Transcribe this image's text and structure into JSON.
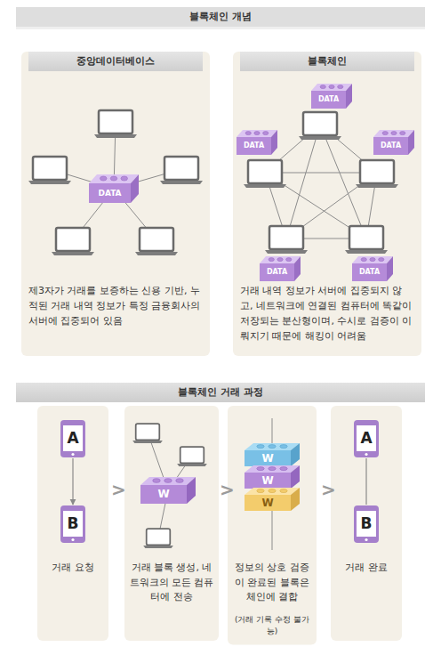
{
  "diagram": {
    "title": "블록체인 개념",
    "nodes": [
      {
        "text": [
          "중앙데이터베이스",
          "제3자가 거래를 보증하는 신용 기반, 누적된 거래 내역 정보가 특정 금융회사의 서버에 집중되어 있음"
        ]
      },
      {
        "text": [
          "DATA"
        ],
        "in": 0
      },
      {
        "text": [
          "블록체인",
          "거래 내역 정보가 서버에 집중되지 않고, 네트워크에 연결된 컴퓨터에 똑같이 저장되는 분산형이며, 수시로 검증이 이뤄지기 때문에 해킹이 어려움"
        ]
      },
      {
        "text": [
          "DATA"
        ],
        "in": 2
      },
      {
        "text": [
          "DATA"
        ],
        "in": 2
      },
      {
        "text": [
          "DATA"
        ],
        "in": 2
      },
      {
        "text": [
          "DATA"
        ],
        "in": 2
      },
      {
        "text": [
          "DATA"
        ],
        "in": 2
      },
      {
        "text": [
          "블록체인 거래 과정"
        ]
      },
      {
        "text": [
          "거래 요청"
        ]
      },
      {
        "text": [
          "A"
        ],
        "in": 9
      },
      {
        "text": [
          "B"
        ],
        "in": 9
      },
      {
        "text": [
          "거래 블록 생성, 네트워크의 모든 컴퓨터에 전송"
        ]
      },
      {
        "text": [
          "W"
        ],
        "in": 12
      },
      {
        "text": [
          "정보의 상호 검증이 완료된 블록은 체인에 결합",
          "(거래 기록 수정 불가능)"
        ]
      },
      {
        "text": [
          "W"
        ],
        "in": 14
      },
      {
        "text": [
          "W"
        ],
        "in": 14
      },
      {
        "text": [
          "W"
        ],
        "in": 14
      },
      {
        "text": [
          "거래 완료"
        ]
      },
      {
        "text": [
          "A"
        ],
        "in": 18
      },
      {
        "text": [
          "B"
        ],
        "in": 18
      }
    ],
    "edges": [
      {
        "from": 10,
        "to": 11,
        "arrow": "to"
      },
      {
        "from": 19,
        "to": 20,
        "arrow": "none"
      }
    ],
    "labels": [
      ">",
      ">",
      ">"
    ]
  }
}
